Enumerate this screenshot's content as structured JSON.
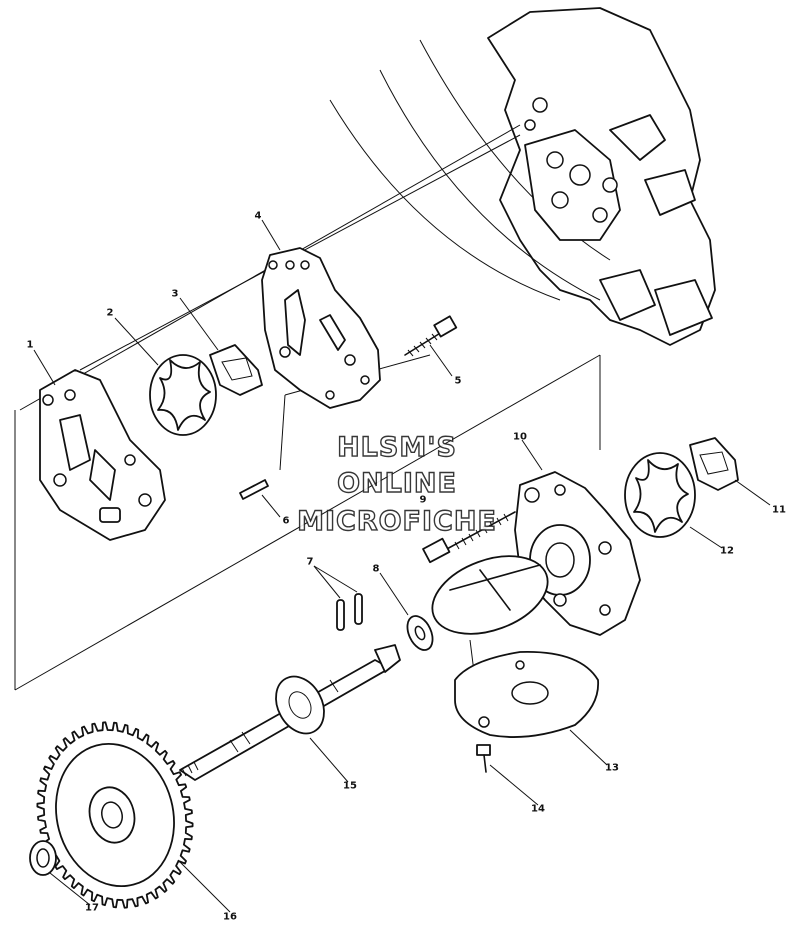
{
  "watermark": {
    "line1": "HLSM'S",
    "line2": "ONLINE",
    "line3": "MICROFICHE"
  },
  "callouts": [
    "1",
    "2",
    "3",
    "4",
    "5",
    "6",
    "7",
    "8",
    "9",
    "10",
    "11",
    "12",
    "13",
    "14",
    "15",
    "16",
    "17"
  ]
}
